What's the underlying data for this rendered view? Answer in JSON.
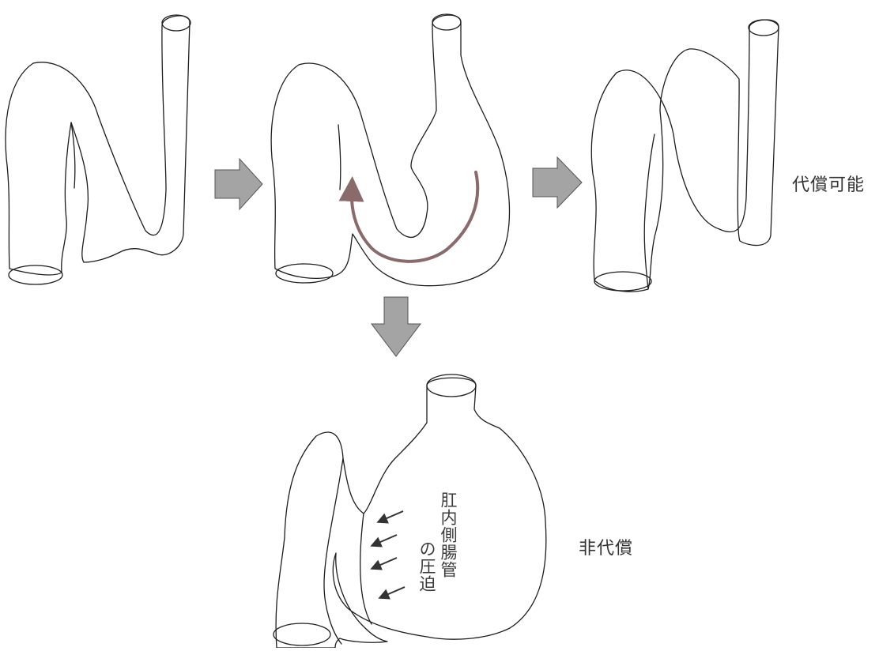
{
  "labels": {
    "compensated": "代償可能",
    "decompensated": "非代償",
    "compression_line1": "肛内側腸管",
    "compression_line2": "の圧迫"
  },
  "colors": {
    "outline": "#1e1e1e",
    "arrow_fill": "#a4a4a4",
    "arrow_stroke": "#555555",
    "flow_arrow": "#8a6a6a",
    "press_arrow": "#333333"
  },
  "icons": {
    "process_arrow": "block-arrow-icon",
    "flow_arrow": "curved-arrow-icon",
    "pressure_arrow": "small-arrow-icon"
  }
}
